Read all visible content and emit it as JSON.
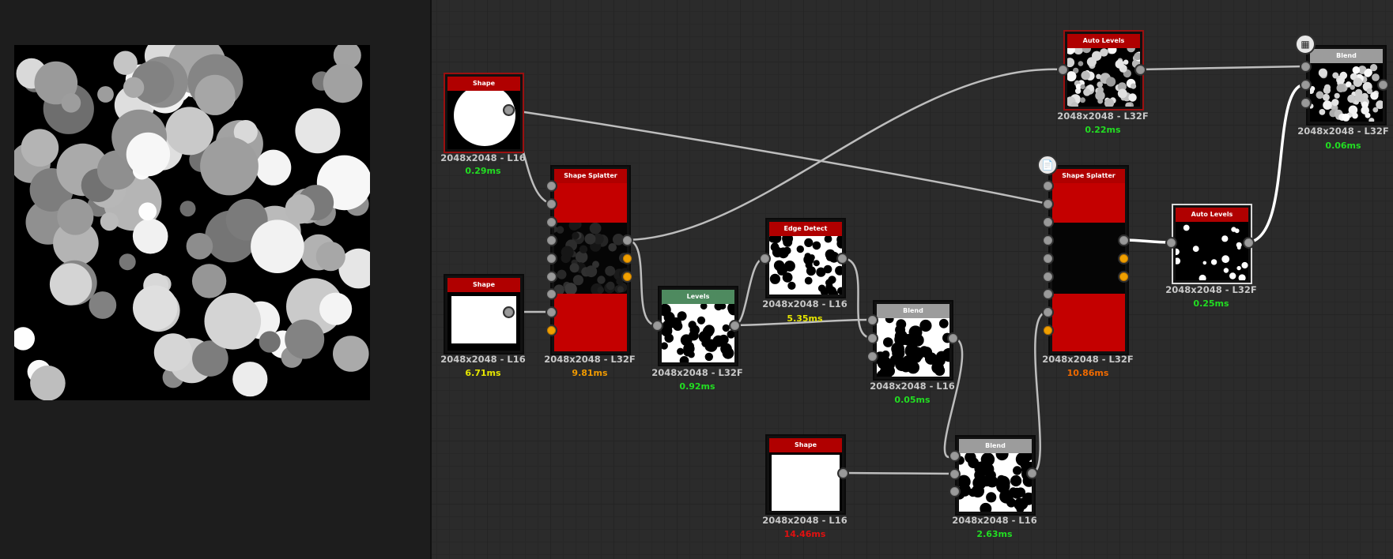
{
  "colors": {
    "background": "#1e1e1e",
    "graph_background": "#2b2b2b",
    "header_red": "#b00000",
    "header_green": "#4e8a5f",
    "header_gray": "#9c9c9c",
    "time_fast": "#22dd22",
    "time_yellow": "#e6e600",
    "time_orange": "#f09a00",
    "time_orange_dark": "#f06a00",
    "time_red": "#e01010"
  },
  "nodes": {
    "shape_circle": {
      "title": "Shape",
      "resolution": "2048x2048 - L16",
      "time": "0.29ms",
      "time_color": "#22dd22"
    },
    "shape_square": {
      "title": "Shape",
      "resolution": "2048x2048 - L16",
      "time": "6.71ms",
      "time_color": "#e6e600"
    },
    "shape_splatter_1": {
      "title": "Shape Splatter",
      "resolution": "2048x2048 - L32F",
      "time": "9.81ms",
      "time_color": "#f09a00"
    },
    "levels": {
      "title": "Levels",
      "resolution": "2048x2048 - L32F",
      "time": "0.92ms",
      "time_color": "#22dd22"
    },
    "edge_detect": {
      "title": "Edge Detect",
      "resolution": "2048x2048 - L16",
      "time": "5.35ms",
      "time_color": "#e6e600"
    },
    "blend_1": {
      "title": "Blend",
      "resolution": "2048x2048 - L16",
      "time": "0.05ms",
      "time_color": "#22dd22"
    },
    "shape_bottom": {
      "title": "Shape",
      "resolution": "2048x2048 - L16",
      "time": "14.46ms",
      "time_color": "#e01010"
    },
    "blend_2": {
      "title": "Blend",
      "resolution": "2048x2048 - L16",
      "time": "2.63ms",
      "time_color": "#22dd22"
    },
    "shape_splatter_2": {
      "title": "Shape Splatter",
      "resolution": "2048x2048 - L32F",
      "time": "10.86ms",
      "time_color": "#f06a00"
    },
    "auto_levels_1": {
      "title": "Auto Levels",
      "resolution": "2048x2048 - L32F",
      "time": "0.22ms",
      "time_color": "#22dd22"
    },
    "auto_levels_2": {
      "title": "Auto Levels",
      "resolution": "2048x2048 - L32F",
      "time": "0.25ms",
      "time_color": "#22dd22"
    },
    "blend_output": {
      "title": "Blend",
      "resolution": "2048x2048 - L32F",
      "time": "0.06ms",
      "time_color": "#22dd22"
    }
  },
  "icons": {
    "document_badge": "document-icon",
    "output_badge": "output-icon"
  }
}
